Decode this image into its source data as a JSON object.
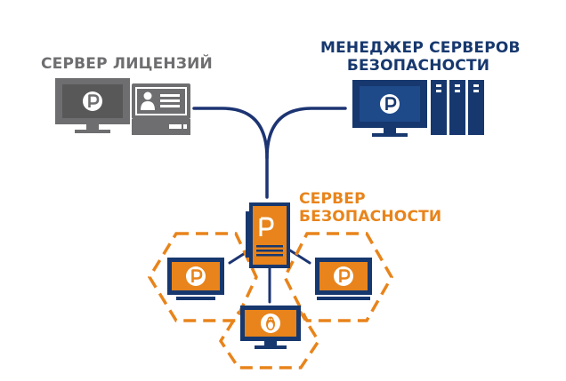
{
  "labels": {
    "license_server": "СЕРВЕР ЛИЦЕНЗИЙ",
    "security_manager_line1": "МЕНЕДЖЕР СЕРВЕРОВ",
    "security_manager_line2": "БЕЗОПАСНОСТИ",
    "security_server_line1": "СЕРВЕР",
    "security_server_line2": "БЕЗОПАСНОСТИ"
  },
  "icons": {
    "license_server": "monitor-with-id-card-icon",
    "security_manager": "monitor-with-server-racks-icon",
    "security_server": "server-tower-icon",
    "client_left": "laptop-icon",
    "client_right": "laptop-icon",
    "client_bottom": "monitor-linux-icon",
    "brand_logo": "brand-logo-icon"
  },
  "colors": {
    "gray": "#6e6e70",
    "navy": "#17386e",
    "orange": "#e8841b",
    "connector": "#1c3472"
  }
}
